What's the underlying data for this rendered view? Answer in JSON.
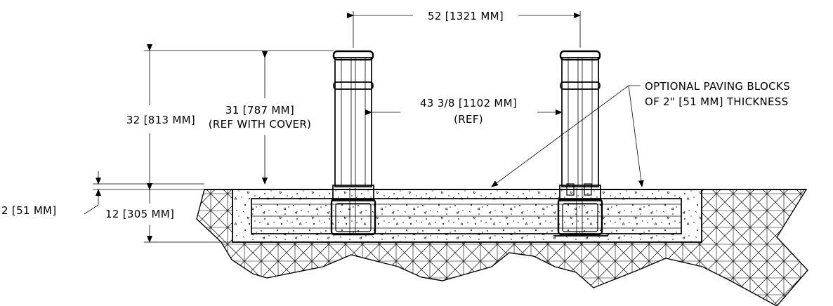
{
  "dimensions": {
    "post_spacing": "52 [1321 MM]",
    "inner_clearance_value": "43 3/8 [1102 MM]",
    "inner_clearance_note": "(REF)",
    "overall_height": "32 [813 MM]",
    "height_with_cover_value": "31 [787 MM]",
    "height_with_cover_note": "(REF WITH COVER)",
    "paving_thickness": "2 [51 MM]",
    "footing_depth": "12 [305 MM]"
  },
  "notes": {
    "paving_line1": "OPTIONAL PAVING BLOCKS",
    "paving_line2": "OF 2\" [51 MM] THICKNESS"
  }
}
